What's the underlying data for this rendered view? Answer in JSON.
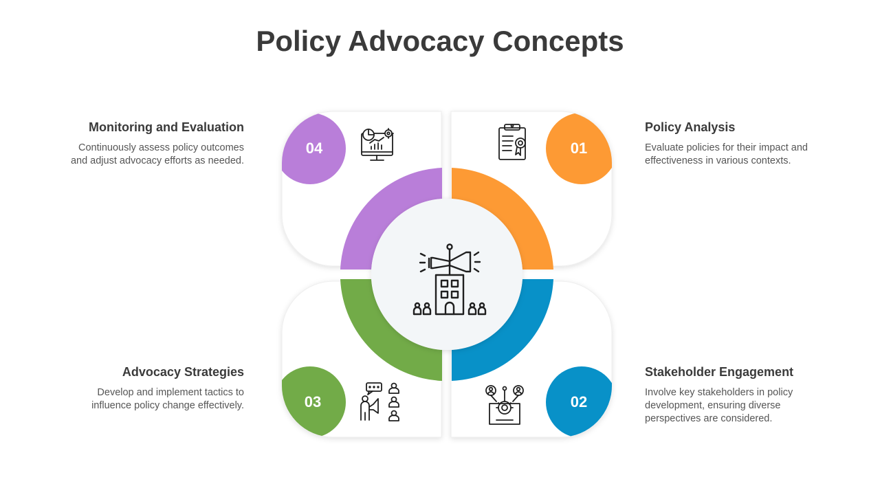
{
  "title": "Policy Advocacy Concepts",
  "colors": {
    "orange": "#fd9a34",
    "blue": "#0891c8",
    "green": "#72ab48",
    "purple": "#b97ed9",
    "panel": "#ffffff",
    "center": "#f3f6f8",
    "icon": "#1f1f1f"
  },
  "items": [
    {
      "number": "01",
      "heading": "Policy Analysis",
      "text": "Evaluate policies for their impact and effectiveness in various contexts.",
      "icon": "clipboard-certificate-icon",
      "color": "orange"
    },
    {
      "number": "02",
      "heading": "Stakeholder Engagement",
      "text": "Involve key stakeholders in policy development, ensuring diverse perspectives are considered.",
      "icon": "stakeholder-network-icon",
      "color": "blue"
    },
    {
      "number": "03",
      "heading": "Advocacy Strategies",
      "text": "Develop and implement tactics to influence policy change effectively.",
      "icon": "presenter-megaphone-icon",
      "color": "green"
    },
    {
      "number": "04",
      "heading": "Monitoring and Evaluation",
      "text": "Continuously assess policy outcomes and adjust advocacy efforts as needed.",
      "icon": "monitor-analytics-icon",
      "color": "purple"
    }
  ],
  "center_icon": "advocacy-building-megaphone-icon"
}
